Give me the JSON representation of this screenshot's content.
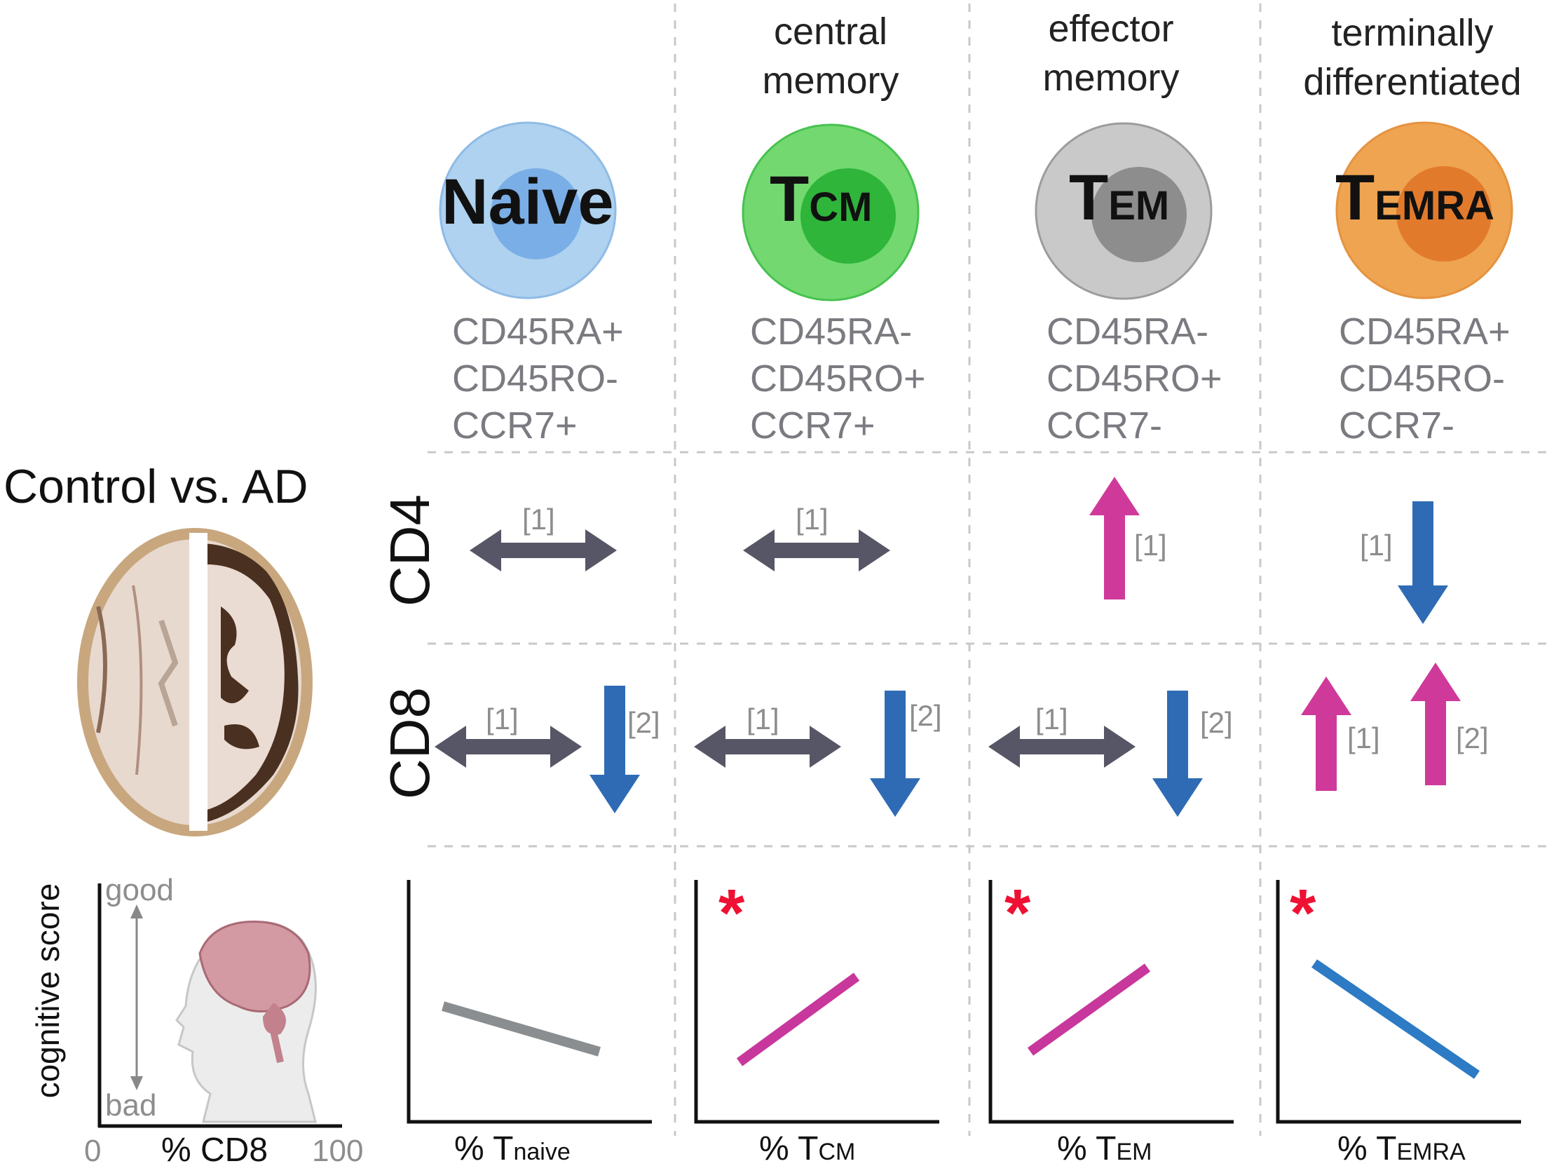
{
  "columns": [
    {
      "header": "",
      "cell": "Naive",
      "cell_sub": "",
      "markers": [
        "CD45RA+",
        "CD45RO-",
        "CCR7+"
      ],
      "color": "#a9cfee",
      "nucleus": "#7aaee6",
      "border": "#8fbbe6"
    },
    {
      "header": "central memory",
      "cell": "T",
      "cell_sub": "CM",
      "markers": [
        "CD45RA-",
        "CD45RO+",
        "CCR7+"
      ],
      "color": "#6fd66b",
      "nucleus": "#2eb53a",
      "border": "#47c24f"
    },
    {
      "header": "effector memory",
      "cell": "T",
      "cell_sub": "EM",
      "markers": [
        "CD45RA-",
        "CD45RO+",
        "CCR7-"
      ],
      "color": "#c9c8c8",
      "nucleus": "#8e8d8d",
      "border": "#9d9c9c"
    },
    {
      "header": "terminally differentiated",
      "cell": "T",
      "cell_sub": "EMRA",
      "markers": [
        "CD45RA+",
        "CD45RO-",
        "CCR7-"
      ],
      "color": "#eda24f",
      "nucleus": "#e27a2c",
      "border": "#e59340"
    }
  ],
  "headers": {
    "c1_line1": "central",
    "c1_line2": "memory",
    "c2_line1": "effector",
    "c2_line2": "memory",
    "c3_line1": "terminally",
    "c3_line2": "differentiated"
  },
  "comparison_title": "Control vs. AD",
  "row_labels": {
    "cd4": "CD4",
    "cd8": "CD8"
  },
  "refs": {
    "r1": "[1]",
    "r2": "[2]"
  },
  "cognitive_panel": {
    "ylabel": "cognitive score",
    "good": "good",
    "bad": "bad",
    "xlabel": "% CD8",
    "x_min": "0",
    "x_max": "100"
  },
  "plots": [
    {
      "prefix": "% T",
      "sub": "naive",
      "significant": false,
      "trend": "decrease",
      "color": "#8a8e90"
    },
    {
      "prefix": "% T",
      "sub": "CM",
      "significant": true,
      "trend": "increase",
      "color": "#c8379c"
    },
    {
      "prefix": "% T",
      "sub": "EM",
      "significant": true,
      "trend": "increase",
      "color": "#c8379c"
    },
    {
      "prefix": "% T",
      "sub": "EMRA",
      "significant": true,
      "trend": "decrease",
      "color": "#2c7bc4"
    }
  ],
  "star": "*",
  "colors": {
    "neutral": "#565666",
    "up": "#cf3a9a",
    "down": "#2f6bb5",
    "grid": "#c8c8c8"
  }
}
